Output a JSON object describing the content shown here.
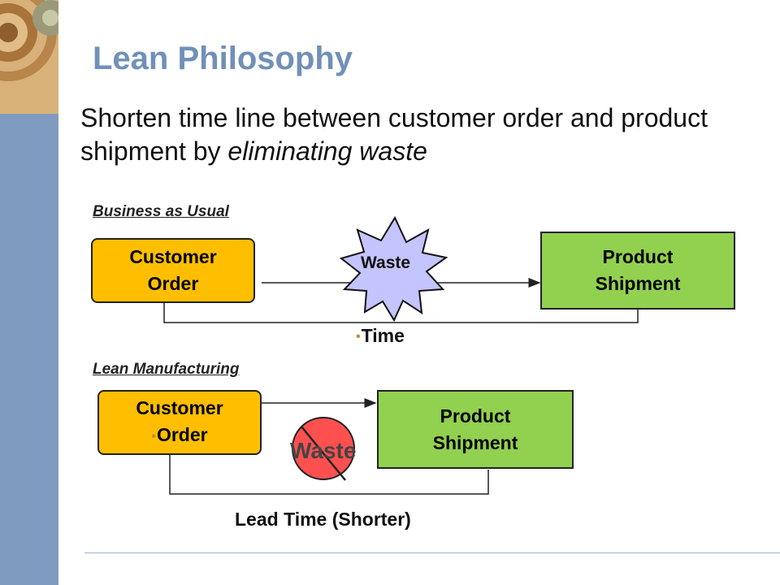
{
  "slide": {
    "title": "Lean Philosophy",
    "subtitle_text": "Shorten time line between customer order and product shipment by ",
    "subtitle_emphasis": "eliminating waste"
  },
  "business_as_usual": {
    "label": "Business as Usual",
    "customer_order_line1": "Customer",
    "customer_order_line2": "Order",
    "waste_label": "Waste",
    "product_shipment_line1": "Product",
    "product_shipment_line2": "Shipment",
    "time_label": "Time"
  },
  "lean_manufacturing": {
    "label": "Lean Manufacturing",
    "customer_order_line1": "Customer",
    "customer_order_line2": "Order",
    "waste_label": "Waste",
    "product_shipment_line1": "Product",
    "product_shipment_line2": "Shipment",
    "lead_time_label": "Lead Time  (Shorter)"
  },
  "colors": {
    "title": "#7090b8",
    "sidebar": "#7f9bbf",
    "customer_box": "#ffbf00",
    "shipment_box": "#92d050",
    "waste_star": "#c4c4ff",
    "no_sign": "#ff5050"
  },
  "icons": {
    "logo": "wood-gear-logo-icon",
    "waste_star": "starburst-icon",
    "no_waste": "prohibited-circle-icon"
  }
}
